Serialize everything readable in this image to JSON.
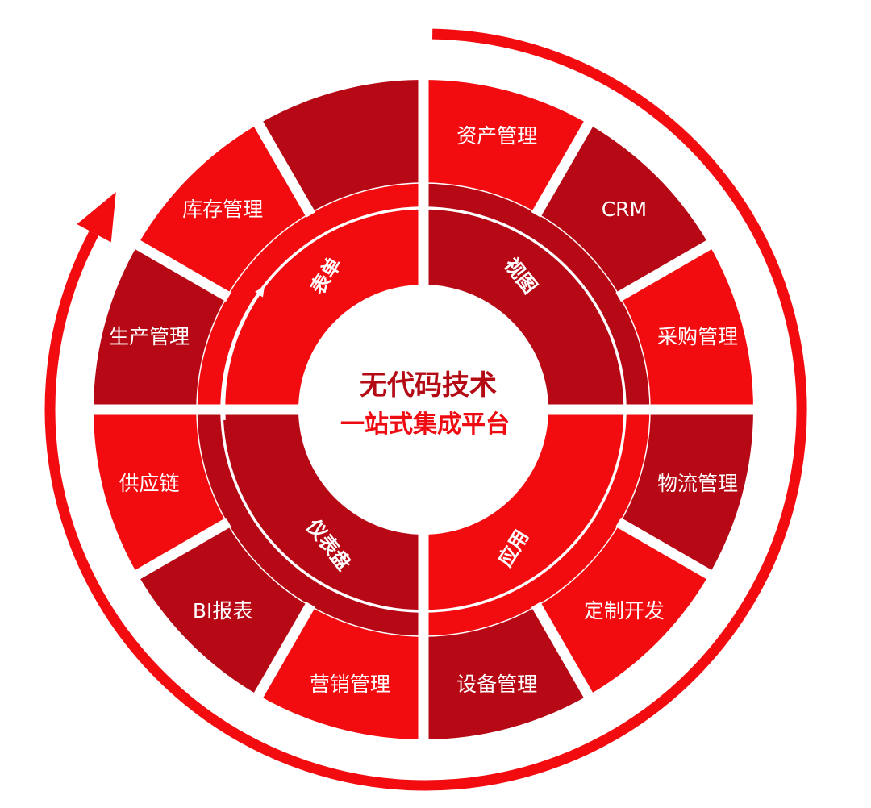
{
  "colors": {
    "bright": "#F20C10",
    "dark": "#B60915",
    "white": "#FFFFFF",
    "title": "#B30A14",
    "subtitle": "#EE0C12"
  },
  "center": {
    "title": "无代码技术",
    "subtitle": "一站式集成平台"
  },
  "quadrants": [
    {
      "label": "表单",
      "tone": "bright"
    },
    {
      "label": "视图",
      "tone": "dark"
    },
    {
      "label": "应用",
      "tone": "bright"
    },
    {
      "label": "仪表盘",
      "tone": "dark"
    }
  ],
  "segments": [
    {
      "label": "资产管理",
      "tone": "bright"
    },
    {
      "label": "CRM",
      "tone": "dark"
    },
    {
      "label": "采购管理",
      "tone": "bright"
    },
    {
      "label": "物流管理",
      "tone": "dark"
    },
    {
      "label": "定制开发",
      "tone": "bright"
    },
    {
      "label": "设备管理",
      "tone": "dark"
    },
    {
      "label": "营销管理",
      "tone": "bright"
    },
    {
      "label": "BI报表",
      "tone": "dark"
    },
    {
      "label": "供应链",
      "tone": "bright"
    },
    {
      "label": "生产管理",
      "tone": "dark"
    },
    {
      "label": "库存管理",
      "tone": "bright"
    },
    {
      "label": "",
      "tone": "dark"
    }
  ]
}
